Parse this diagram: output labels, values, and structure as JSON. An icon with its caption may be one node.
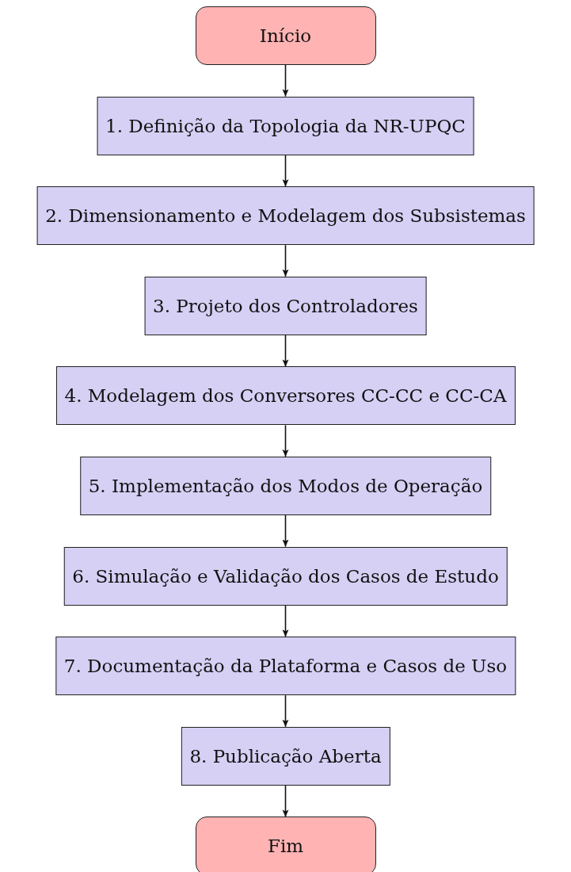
{
  "diagram": {
    "nodes": [
      {
        "text": [
          "Início"
        ]
      },
      {
        "text": [
          "1. Definição da Topologia da NR-UPQC"
        ]
      },
      {
        "text": [
          "2. Dimensionamento e Modelagem dos Subsistemas"
        ]
      },
      {
        "text": [
          "3. Projeto dos Controladores"
        ]
      },
      {
        "text": [
          "4. Modelagem dos Conversores CC-CC e CC-CA"
        ]
      },
      {
        "text": [
          "5. Implementação dos Modos de Operação"
        ]
      },
      {
        "text": [
          "6. Simulação e Validação dos Casos de Estudo"
        ]
      },
      {
        "text": [
          "7. Documentação da Plataforma e Casos de Uso"
        ]
      },
      {
        "text": [
          "8. Publicação Aberta"
        ]
      },
      {
        "text": [
          "Fim"
        ]
      }
    ],
    "edges": [
      {
        "from": 0,
        "to": 1,
        "arrow": "to"
      },
      {
        "from": 1,
        "to": 2,
        "arrow": "to"
      },
      {
        "from": 2,
        "to": 3,
        "arrow": "to"
      },
      {
        "from": 3,
        "to": 4,
        "arrow": "to"
      },
      {
        "from": 4,
        "to": 5,
        "arrow": "to"
      },
      {
        "from": 5,
        "to": 6,
        "arrow": "to"
      },
      {
        "from": 6,
        "to": 7,
        "arrow": "to"
      },
      {
        "from": 7,
        "to": 8,
        "arrow": "to"
      },
      {
        "from": 8,
        "to": 9,
        "arrow": "to"
      }
    ]
  }
}
